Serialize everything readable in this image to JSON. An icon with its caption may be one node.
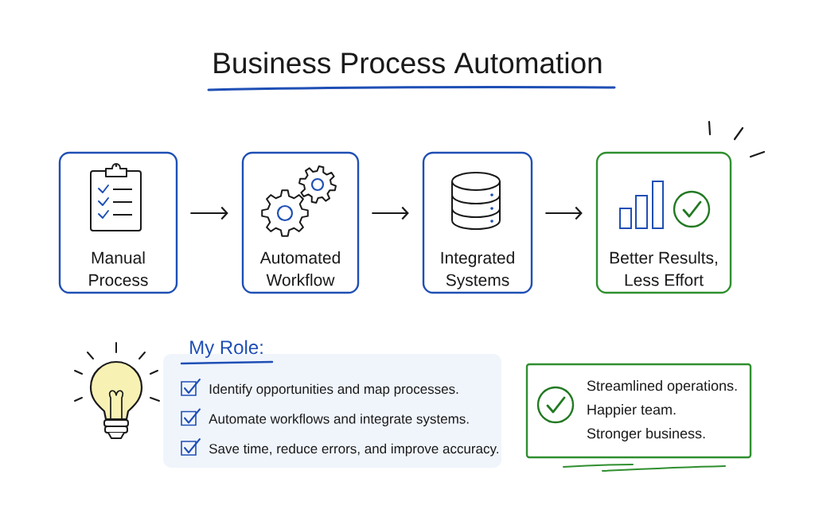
{
  "diagram": {
    "title": "Business Process Automation",
    "nodes": [
      {
        "text": [
          "Manual Process"
        ]
      },
      {
        "text": [
          "Automated Workflow"
        ]
      },
      {
        "text": [
          "Integrated Systems"
        ]
      },
      {
        "text": [
          "Better Results, Less Effort"
        ]
      },
      {
        "text": [
          "My Role:",
          "Identify opportunities and map processes.",
          "Automate workflows and integrate systems.",
          "Save time, reduce errors, and improve accuracy."
        ]
      },
      {
        "text": [
          "Streamlined operations.",
          "Happier team.",
          "Stronger business."
        ]
      }
    ],
    "edges": [
      {
        "from": 0,
        "to": 1,
        "arrow": "to"
      },
      {
        "from": 1,
        "to": 2,
        "arrow": "to"
      },
      {
        "from": 2,
        "to": 3,
        "arrow": "to"
      }
    ]
  }
}
